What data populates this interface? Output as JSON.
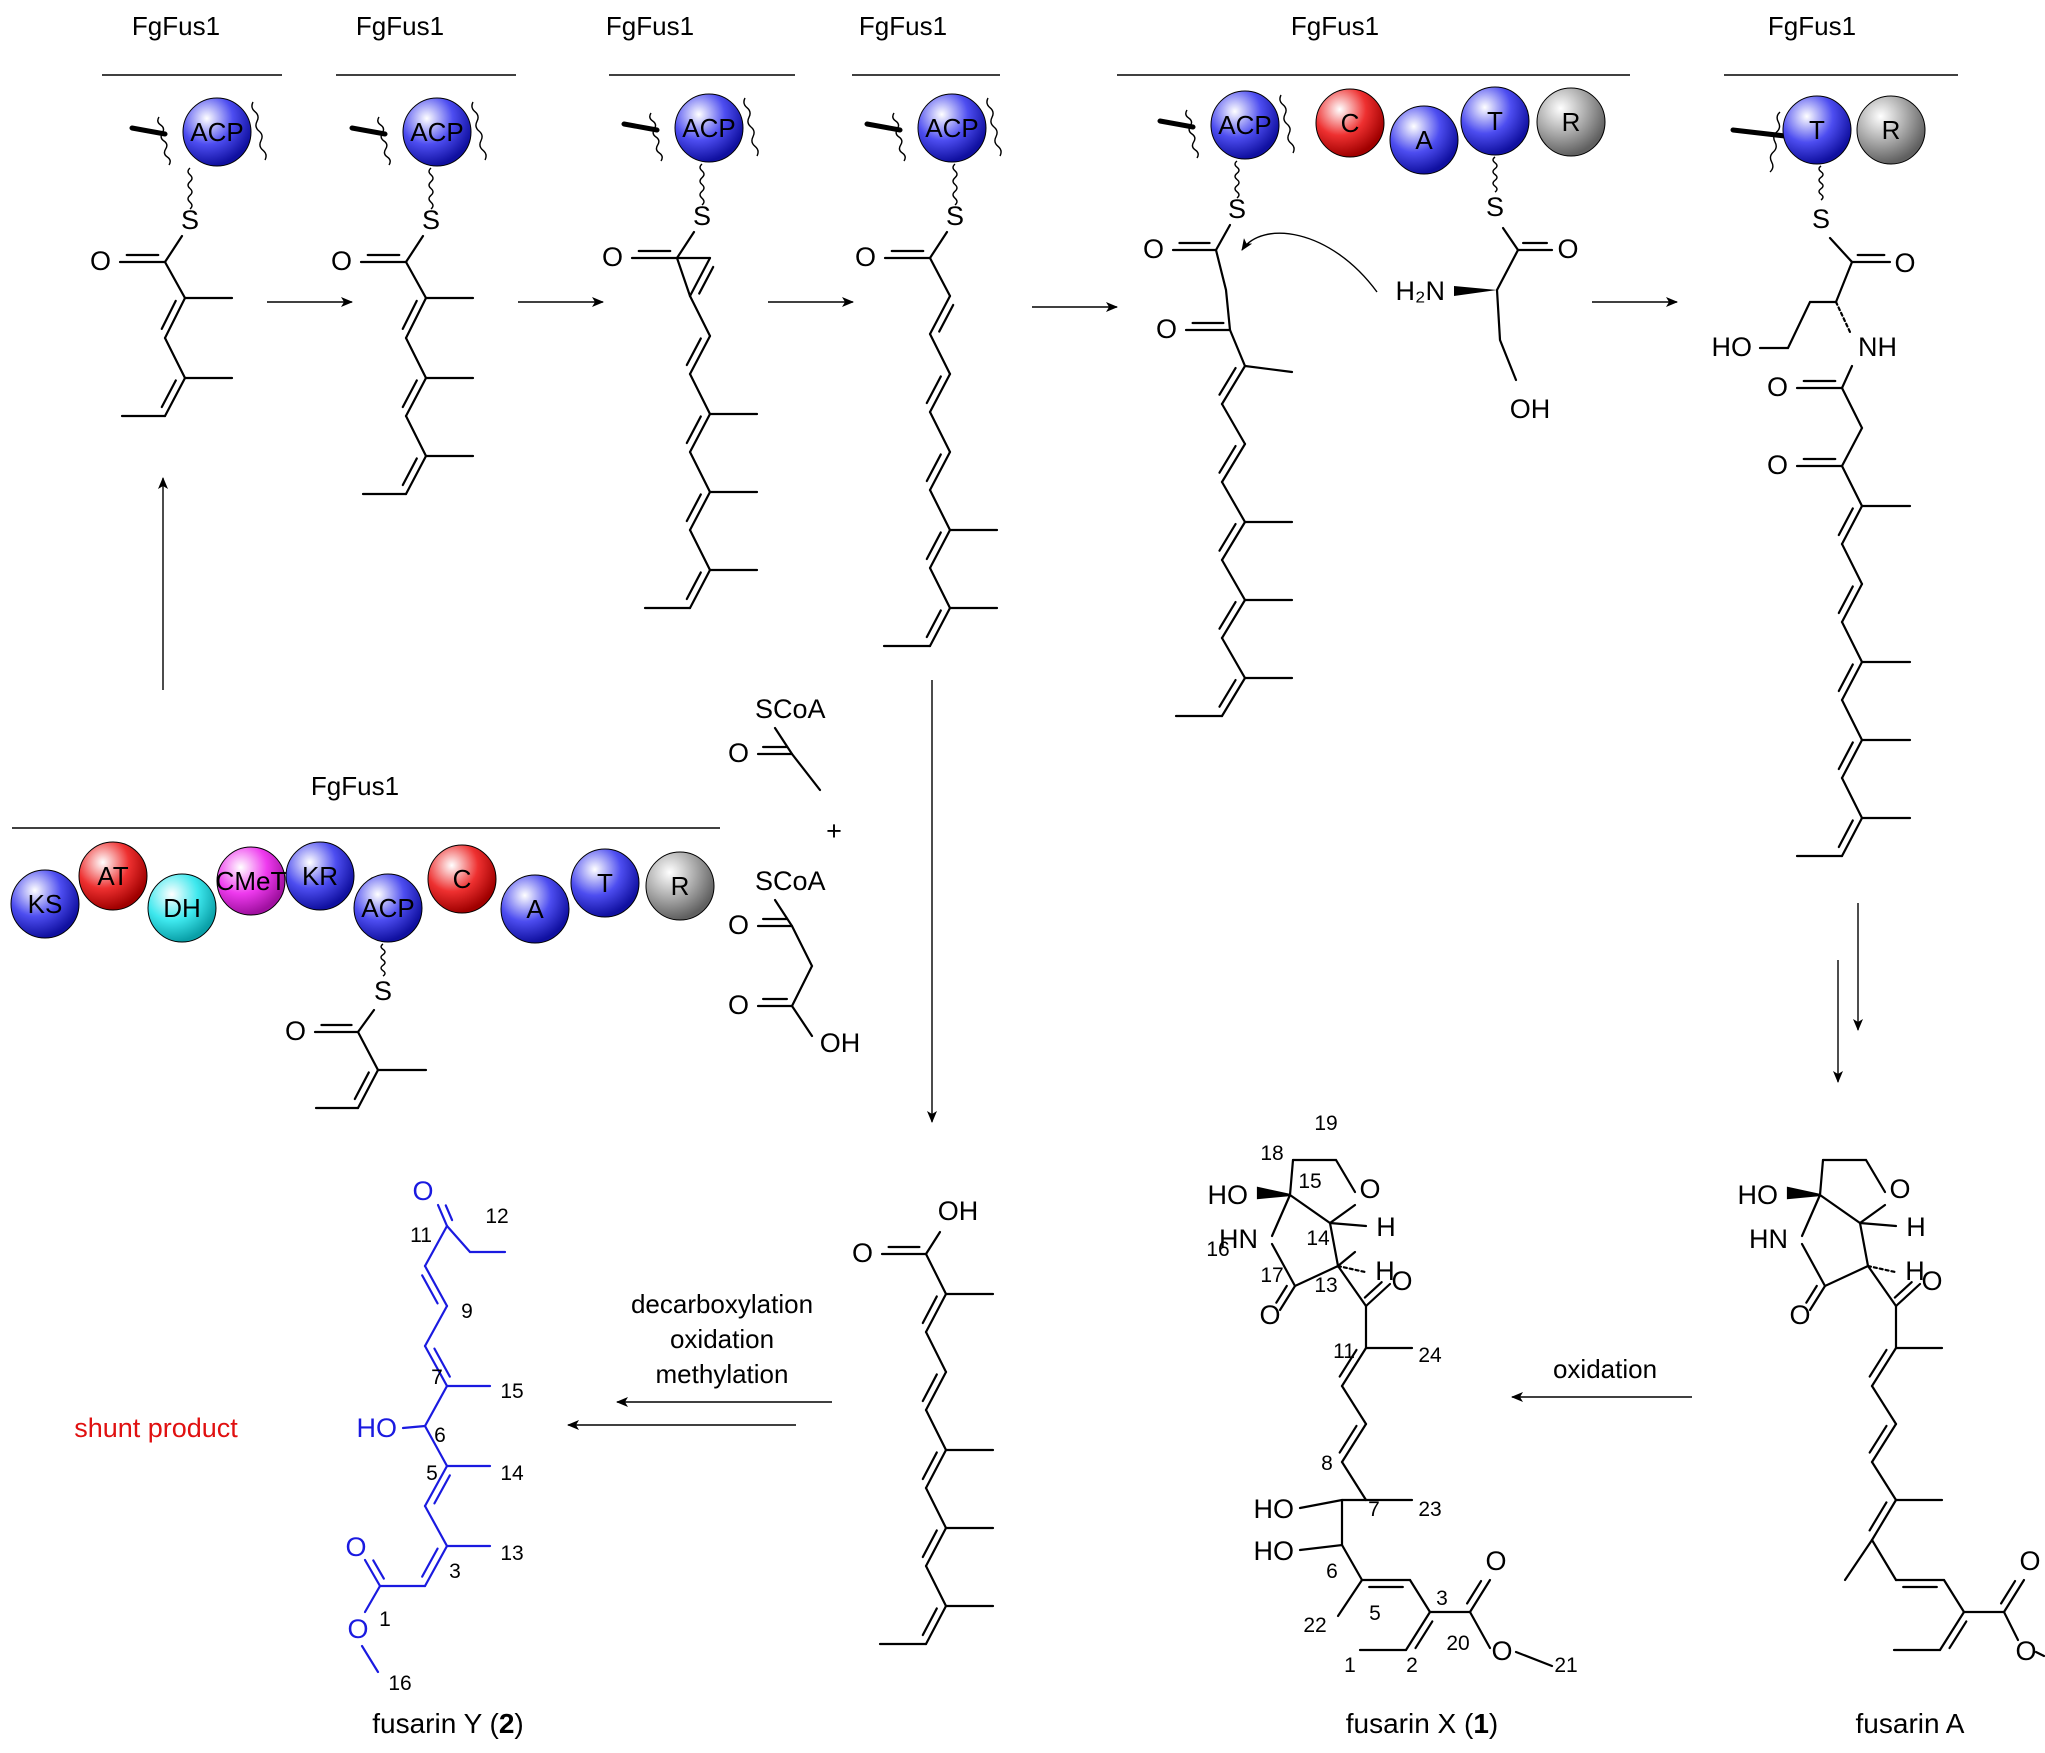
{
  "headers": [
    "FgFus1",
    "FgFus1",
    "FgFus1",
    "FgFus1",
    "FgFus1",
    "FgFus1",
    "FgFus1"
  ],
  "domains": {
    "ks": {
      "label": "KS",
      "color": "#2727d9"
    },
    "at": {
      "label": "AT",
      "color": "#e01b1b"
    },
    "dh": {
      "label": "DH",
      "color": "#22e0e6"
    },
    "cmet": {
      "label": "CMeT",
      "color": "#e023e0"
    },
    "kr": {
      "label": "KR",
      "color": "#2727d9"
    },
    "acp": {
      "label": "ACP",
      "color": "#2727d9"
    },
    "c": {
      "label": "C",
      "color": "#e01b1b"
    },
    "a": {
      "label": "A",
      "color": "#2727d9"
    },
    "t": {
      "label": "T",
      "color": "#2727d9"
    },
    "r": {
      "label": "R",
      "color": "#8a8a8a"
    }
  },
  "atoms": {
    "S": "S",
    "O": "O",
    "OH": "OH",
    "HO": "HO",
    "NH": "NH",
    "HN": "HN",
    "H2N": "H₂N",
    "H": "H",
    "SCoA": "SCoA",
    "plus": "+"
  },
  "labels": {
    "conditions_1": "decarboxylation",
    "conditions_2": "oxidation",
    "conditions_3": "methylation",
    "oxidation": "oxidation",
    "shunt": "shunt product",
    "fusarin_y": "fusarin Y (",
    "fusarin_y_num": "2",
    "fusarin_y_close": ")",
    "fusarin_x": "fusarin X (",
    "fusarin_x_num": "1",
    "fusarin_x_close": ")",
    "fusarin_a": "fusarin A"
  },
  "numbering_y": [
    "12",
    "11",
    "9",
    "7",
    "15",
    "6",
    "5",
    "14",
    "3",
    "13",
    "1",
    "16"
  ],
  "numbering_x": [
    "19",
    "18",
    "15",
    "14",
    "16",
    "17",
    "13",
    "11",
    "24",
    "8",
    "7",
    "23",
    "6",
    "22",
    "5",
    "3",
    "20",
    "21",
    "1",
    "2"
  ],
  "colors": {
    "ink": "#000000",
    "blue": "#1a1ae0",
    "red": "#e01010"
  }
}
